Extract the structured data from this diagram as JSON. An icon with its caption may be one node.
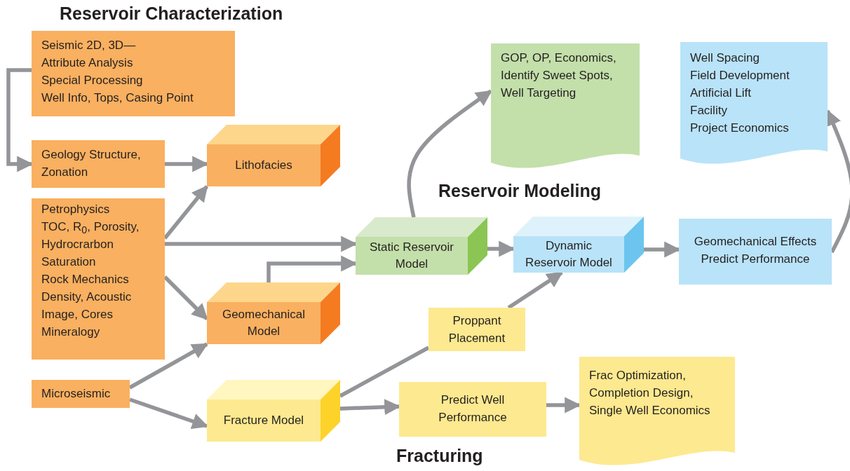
{
  "diagram": {
    "nodes": [
      {
        "text": [
          "Seismic 2D, 3D—",
          "Attribute Analysis",
          "Special Processing",
          "Well Info, Tops, Casing Point"
        ]
      },
      {
        "text": [
          "Geology Structure, Zonation"
        ]
      },
      {
        "text": [
          "Petrophysics",
          "TOC, R$_{0}$, Porosity, Hydrocrarbon Saturation",
          "Rock Mechanics",
          "Density, Acoustic Image, Cores",
          "Mineralogy"
        ]
      },
      {
        "text": [
          "Microseismic"
        ]
      },
      {
        "text": [
          "Lithofacies"
        ]
      },
      {
        "text": [
          "Geomechanical Model"
        ]
      },
      {
        "text": [
          "Fracture Model"
        ]
      },
      {
        "text": [
          "Static Reservoir Model"
        ]
      },
      {
        "text": [
          "Dynamic Reservoir Model"
        ]
      },
      {
        "text": [
          "Geomechanical Effects",
          "Predict Performance"
        ]
      },
      {
        "text": [
          "GOP, OP, Economics, Identify Sweet Spots, Well Targeting"
        ]
      },
      {
        "text": [
          "Well Spacing",
          "Field Development",
          "Artificial Lift",
          "Facility",
          "Project Economics"
        ]
      },
      {
        "text": [
          "Proppant Placement"
        ]
      },
      {
        "text": [
          "Predict Well Performance"
        ]
      },
      {
        "text": [
          "Frac Optimization, Completion Design, Single Well Economics"
        ]
      }
    ],
    "edges": [
      {
        "from": 0,
        "to": 1,
        "arrow": "to"
      },
      {
        "from": 1,
        "to": 4,
        "arrow": "to"
      },
      {
        "from": 2,
        "to": 4,
        "arrow": "to"
      },
      {
        "from": 2,
        "to": 7,
        "arrow": "to"
      },
      {
        "from": 2,
        "to": 5,
        "arrow": "to"
      },
      {
        "from": 5,
        "to": 7,
        "arrow": "to"
      },
      {
        "from": 3,
        "to": 5,
        "arrow": "to"
      },
      {
        "from": 3,
        "to": 6,
        "arrow": "to"
      },
      {
        "from": 7,
        "to": 8,
        "arrow": "to"
      },
      {
        "from": 8,
        "to": 9,
        "arrow": "to"
      },
      {
        "from": 7,
        "to": 10,
        "arrow": "to"
      },
      {
        "from": 9,
        "to": 11,
        "arrow": "to"
      },
      {
        "from": 6,
        "to": 12,
        "arrow": "none"
      },
      {
        "from": 12,
        "to": 8,
        "arrow": "to"
      },
      {
        "from": 6,
        "to": 13,
        "arrow": "to"
      },
      {
        "from": 13,
        "to": 14,
        "arrow": "to"
      }
    ],
    "labels": [
      "Reservoir Characterization",
      "Reservoir Modeling",
      "Fracturing"
    ]
  }
}
